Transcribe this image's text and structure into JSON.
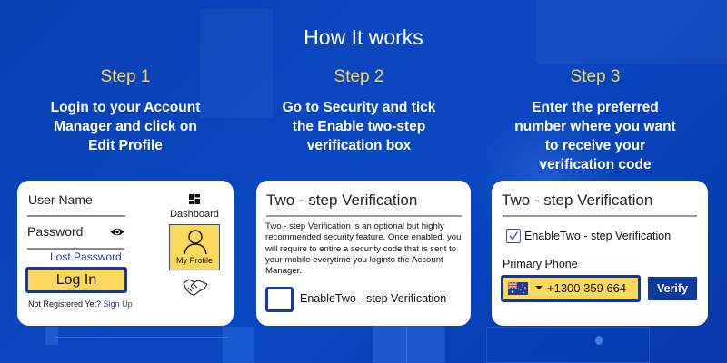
{
  "headline": "How It works",
  "steps": [
    {
      "title": "Step 1",
      "description": "Login to your Account\nManager and click on\nEdit Profile"
    },
    {
      "title": "Step 2",
      "description": "Go to Security and tick\nthe  Enable two-step\nverification box"
    },
    {
      "title": "Step 3",
      "description": "Enter the  preferred\nnumber where you want\nto receive your\nverification code"
    }
  ],
  "login_card": {
    "username_label": "User Name",
    "password_label": "Password",
    "lost_password_link": "Lost Password",
    "login_button": "Log In",
    "not_registered_text": "Not Registered Yet?",
    "sign_up_link": "Sign Up",
    "dashboard_label": "Dashboard",
    "my_profile_label": "My Profile",
    "icons": {
      "dashboard": "dashboard-icon",
      "profile": "user-icon",
      "password_visibility": "eye-icon",
      "partnership": "handshake-icon"
    }
  },
  "security_card": {
    "title": "Two - step Verification",
    "body": "Two - step Verification is an optional but highly recommended security feature. Once enabled, you will require to entire a security code that is sent to your mobile everytime you loginto the Account Manager.",
    "checkbox_label": "EnableTwo - step Verification",
    "checkbox_checked": false
  },
  "phone_card": {
    "title": "Two - step Verification",
    "checkbox_label": "EnableTwo - step Verification",
    "checkbox_checked": true,
    "primary_phone_label": "Primary Phone",
    "country_flag": "australia-flag",
    "phone_number": "+1300 359 664",
    "verify_button": "Verify"
  },
  "colors": {
    "background": "#0a44bc",
    "step_title": "#f5d45a",
    "accent_yellow": "#fcd95c",
    "accent_blue": "#123a9a",
    "link_blue": "#1a3c9c"
  }
}
